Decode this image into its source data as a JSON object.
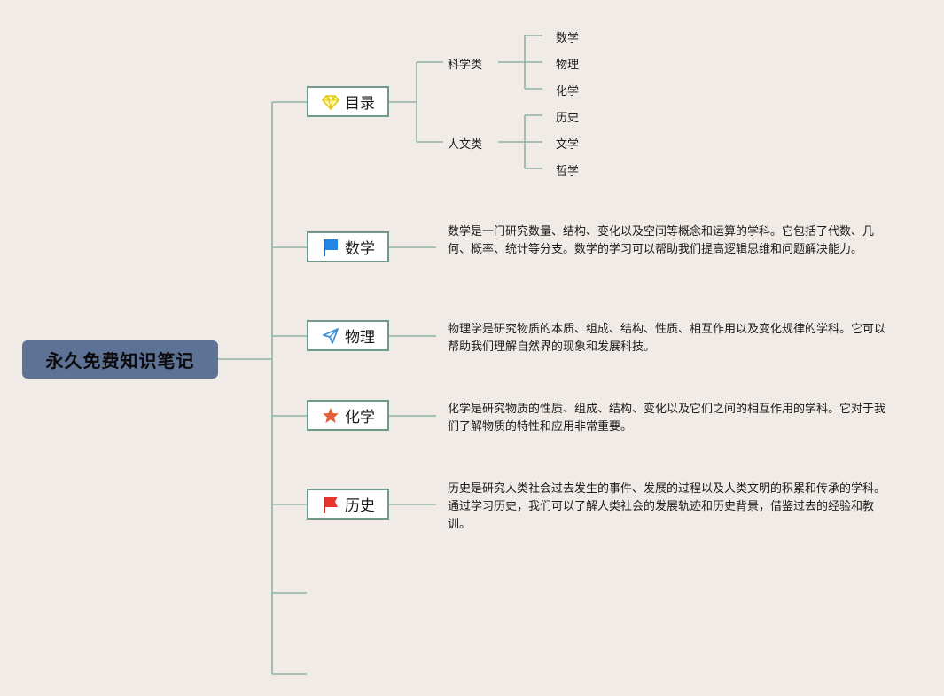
{
  "root": {
    "title": "永久免费知识笔记"
  },
  "branches": [
    {
      "label": "目录",
      "icon": "diamond-icon"
    },
    {
      "label": "数学",
      "icon": "blue-flag-icon",
      "description": "数学是一门研究数量、结构、变化以及空间等概念和运算的学科。它包括了代数、几何、概率、统计等分支。数学的学习可以帮助我们提高逻辑思维和问题解决能力。"
    },
    {
      "label": "物理",
      "icon": "paper-plane-icon",
      "description": "物理学是研究物质的本质、组成、结构、性质、相互作用以及变化规律的学科。它可以帮助我们理解自然界的现象和发展科技。"
    },
    {
      "label": "化学",
      "icon": "star-icon",
      "description": "化学是研究物质的性质、组成、结构、变化以及它们之间的相互作用的学科。它对于我们了解物质的特性和应用非常重要。"
    },
    {
      "label": "历史",
      "icon": "red-flag-icon",
      "description": "历史是研究人类社会过去发生的事件、发展的过程以及人类文明的积累和传承的学科。通过学习历史，我们可以了解人类社会的发展轨迹和历史背景，借鉴过去的经验和教训。"
    }
  ],
  "toc": {
    "groups": [
      {
        "label": "科学类",
        "items": [
          "数学",
          "物理",
          "化学"
        ]
      },
      {
        "label": "人文类",
        "items": [
          "历史",
          "文学",
          "哲学"
        ]
      }
    ]
  },
  "colors": {
    "background": "#f0ebe6",
    "root_fill": "#5e7296",
    "connector": "#8fb3a3",
    "node_border": "#6f9a8a"
  }
}
